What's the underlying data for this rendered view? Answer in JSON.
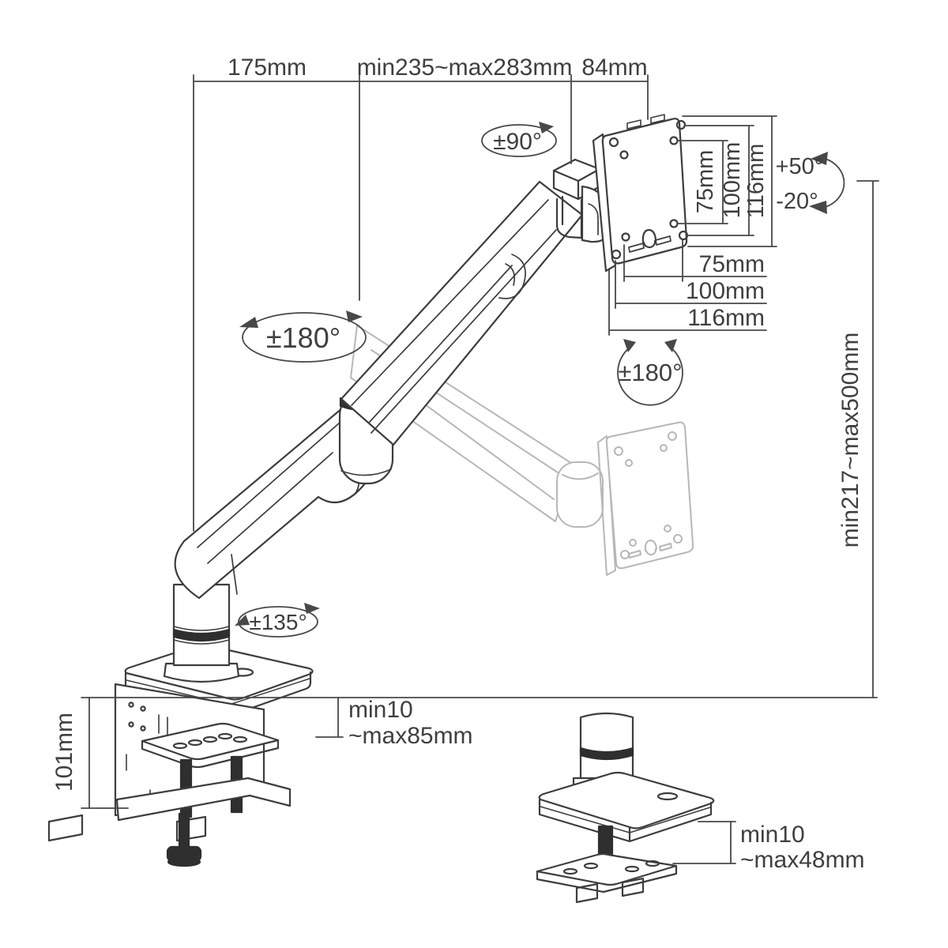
{
  "page": {
    "description": "Technical dimension diagram of a single gas-spring monitor desk mount arm with clamp and grommet base",
    "colors": {
      "background": "#ffffff",
      "line": "#3d3d3d",
      "ghost": "#b7b7b7",
      "dim": "#484848",
      "text": "#3f3f3f"
    }
  },
  "annotations": {
    "top": {
      "seg1": "175mm",
      "seg2": "min235~max283mm",
      "seg3": "84mm"
    },
    "rotation": {
      "swivel_top": "±90°",
      "arm_mid": "±180°",
      "vesa": "±180°",
      "base": "±135°"
    },
    "tilt": {
      "up": "+50°",
      "down": "-20°"
    },
    "vesa_vertical": {
      "v75": "75mm",
      "v100": "100mm",
      "v116": "116mm"
    },
    "vesa_horizontal": {
      "h75": "75mm",
      "h100": "100mm",
      "h116": "116mm"
    },
    "height_range": "min217~max500mm",
    "clamp": {
      "height": "101mm",
      "range_line1": "min10",
      "range_line2": "~max85mm"
    },
    "grommet": {
      "range_line1": "min10",
      "range_line2": "~max48mm"
    }
  }
}
